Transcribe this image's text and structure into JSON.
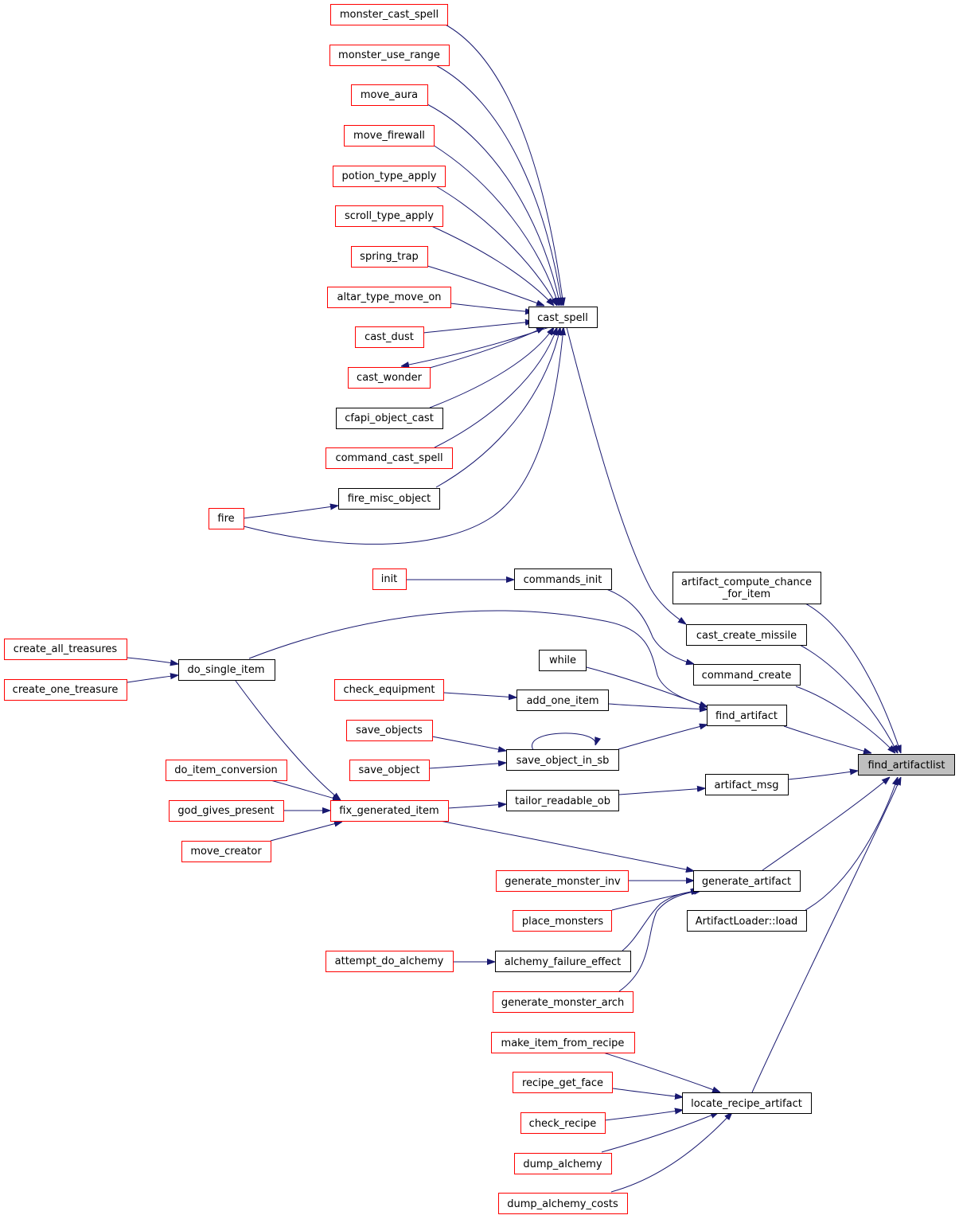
{
  "colors": {
    "edge": "#191970",
    "truncated_border": "#ff0000",
    "normal_border": "#000000",
    "root_fill": "#bfbfbf"
  },
  "nodes": {
    "find_artifactlist": "find_artifactlist",
    "artifact_compute_chance_for_item_line1": "artifact_compute_chance",
    "artifact_compute_chance_for_item_line2": "_for_item",
    "cast_create_missile": "cast_create_missile",
    "command_create": "command_create",
    "find_artifact": "find_artifact",
    "artifact_msg": "artifact_msg",
    "generate_artifact": "generate_artifact",
    "artifactloader_load": "ArtifactLoader::load",
    "locate_recipe_artifact": "locate_recipe_artifact",
    "cast_spell": "cast_spell",
    "commands_init": "commands_init",
    "while": "while",
    "add_one_item": "add_one_item",
    "save_object_in_sb": "save_object_in_sb",
    "tailor_readable_ob": "tailor_readable_ob",
    "fix_generated_item": "fix_generated_item",
    "generate_monster_inv": "generate_monster_inv",
    "place_monsters": "place_monsters",
    "alchemy_failure_effect": "alchemy_failure_effect",
    "generate_monster_arch": "generate_monster_arch",
    "make_item_from_recipe": "make_item_from_recipe",
    "recipe_get_face": "recipe_get_face",
    "check_recipe": "check_recipe",
    "dump_alchemy": "dump_alchemy",
    "dump_alchemy_costs": "dump_alchemy_costs",
    "monster_cast_spell": "monster_cast_spell",
    "monster_use_range": "monster_use_range",
    "move_aura": "move_aura",
    "move_firewall": "move_firewall",
    "potion_type_apply": "potion_type_apply",
    "scroll_type_apply": "scroll_type_apply",
    "spring_trap": "spring_trap",
    "altar_type_move_on": "altar_type_move_on",
    "cast_dust": "cast_dust",
    "cast_wonder": "cast_wonder",
    "cfapi_object_cast": "cfapi_object_cast",
    "command_cast_spell": "command_cast_spell",
    "fire_misc_object": "fire_misc_object",
    "fire": "fire",
    "init": "init",
    "do_single_item": "do_single_item",
    "create_all_treasures": "create_all_treasures",
    "create_one_treasure": "create_one_treasure",
    "check_equipment": "check_equipment",
    "save_objects": "save_objects",
    "save_object": "save_object",
    "do_item_conversion": "do_item_conversion",
    "god_gives_present": "god_gives_present",
    "move_creator": "move_creator",
    "attempt_do_alchemy": "attempt_do_alchemy"
  }
}
